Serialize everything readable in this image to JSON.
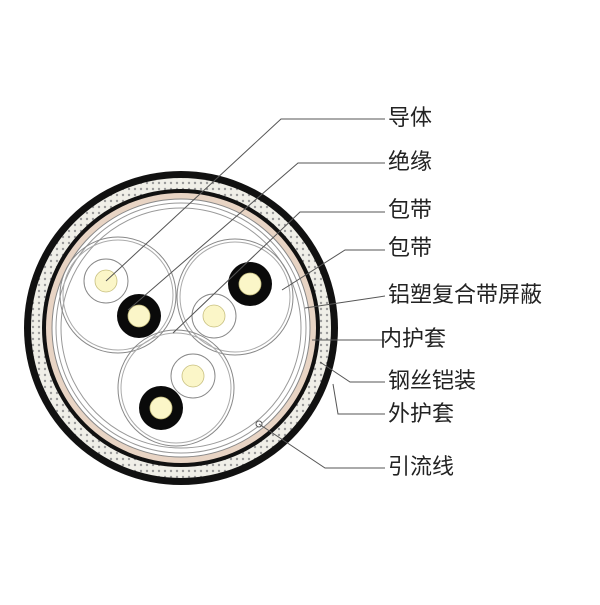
{
  "diagram": {
    "labels": [
      {
        "id": "conductor",
        "text": "导体"
      },
      {
        "id": "insulation",
        "text": "绝缘"
      },
      {
        "id": "tape1",
        "text": "包带"
      },
      {
        "id": "tape2",
        "text": "包带"
      },
      {
        "id": "al_screen",
        "text": "铝塑复合带屏蔽"
      },
      {
        "id": "inner_sheath",
        "text": "内护套"
      },
      {
        "id": "armour",
        "text": "钢丝铠装"
      },
      {
        "id": "outer_sheath",
        "text": "外护套"
      },
      {
        "id": "drain_wire",
        "text": "引流线"
      }
    ]
  },
  "colors": {
    "background": "#ffffff",
    "line": "#555555",
    "outer_sheath": "#111111",
    "armour_band": "#f0efe8",
    "armour_dots": "#9a9a9a",
    "inner_sheath": "#e8d4c4",
    "conductor_fill": "#fbf6c8",
    "black_insulation": "#0a0a0a",
    "text": "#222222"
  }
}
